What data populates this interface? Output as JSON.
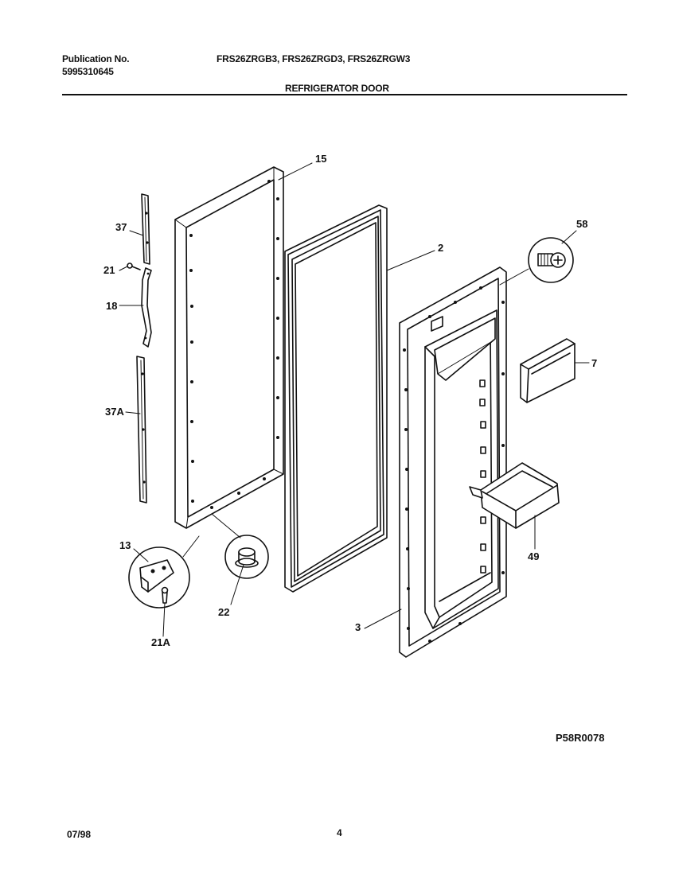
{
  "header": {
    "publication_label": "Publication No.",
    "publication_number": "5995310645",
    "models": "FRS26ZRGB3, FRS26ZRGD3, FRS26ZRGW3",
    "section_title": "REFRIGERATOR DOOR"
  },
  "diagram": {
    "callouts": {
      "c15": "15",
      "c2": "2",
      "c58": "58",
      "c37": "37",
      "c21": "21",
      "c18": "18",
      "c37a": "37A",
      "c7": "7",
      "c49": "49",
      "c13": "13",
      "c22": "22",
      "c21a": "21A",
      "c3": "3"
    },
    "diagram_code": "P58R0078"
  },
  "footer": {
    "date": "07/98",
    "page_number": "4"
  }
}
